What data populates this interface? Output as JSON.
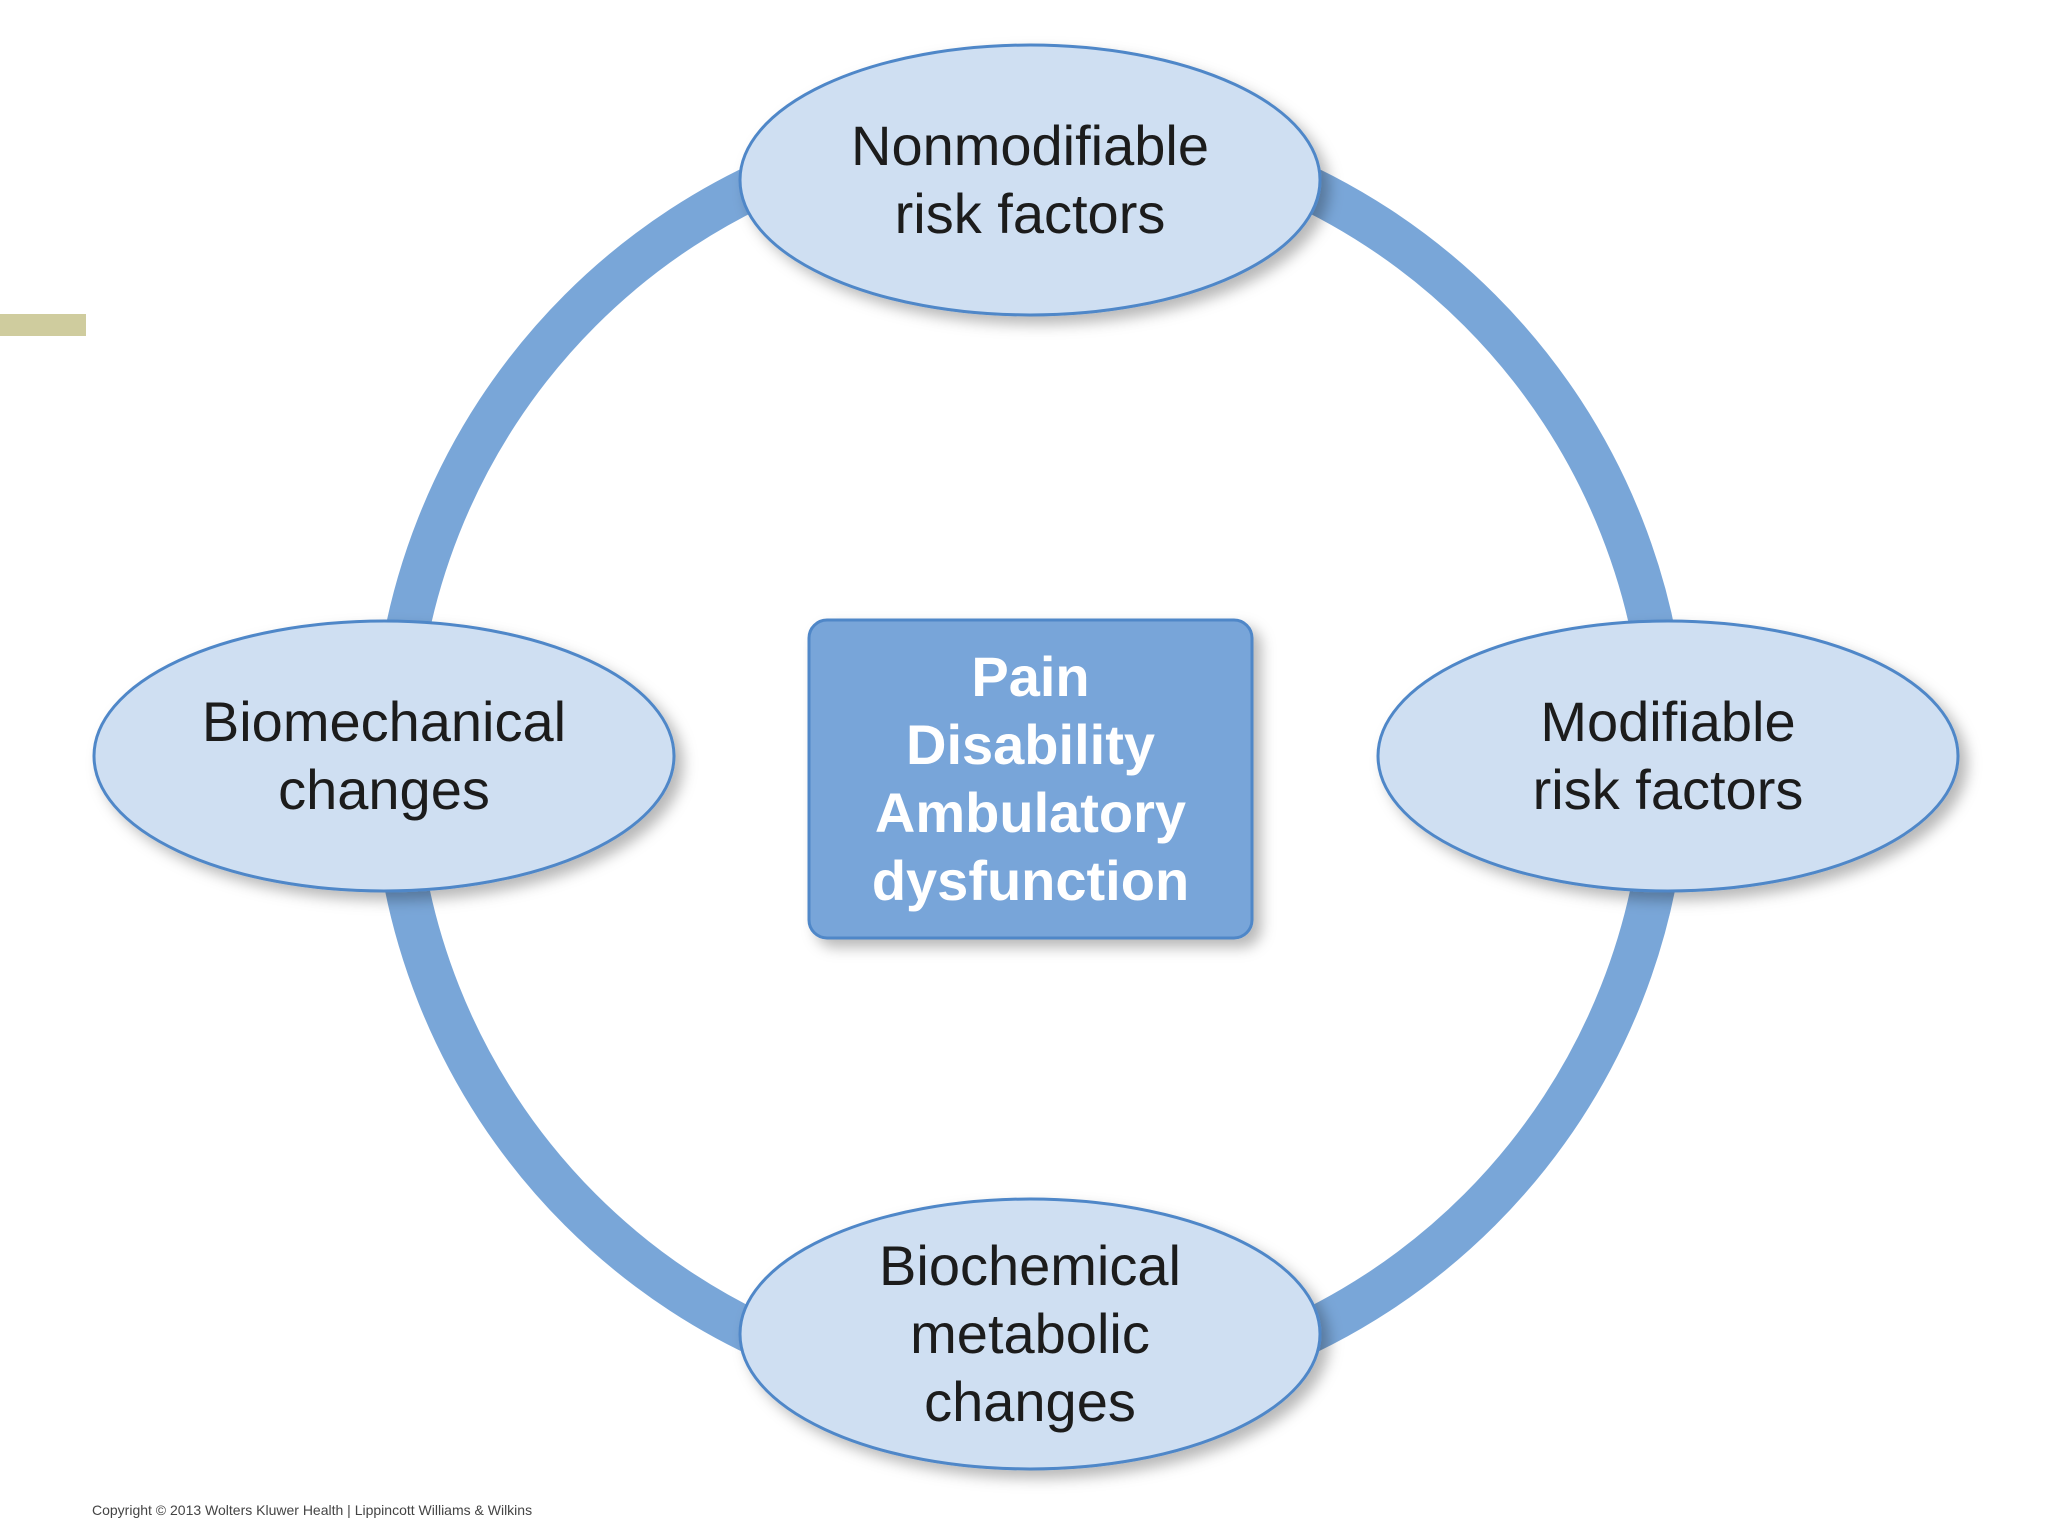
{
  "colors": {
    "ring": "#79a6d8",
    "oval_fill": "#cfdff2",
    "oval_stroke": "#4f87c8",
    "center_fill": "#78a5d9",
    "center_stroke": "#4f87c8",
    "center_text": "#ffffff",
    "label_text": "#1c1c1c",
    "accent_bar": "#cfcc9e"
  },
  "nodes": {
    "top": {
      "lines": [
        "Nonmodifiable",
        "risk factors"
      ]
    },
    "right": {
      "lines": [
        "Modifiable",
        "risk factors"
      ]
    },
    "bottom": {
      "lines": [
        "Biochemical",
        "metabolic",
        "changes"
      ]
    },
    "left": {
      "lines": [
        "Biomechanical",
        "changes"
      ]
    }
  },
  "center": {
    "lines": [
      "Pain",
      "Disability",
      "Ambulatory",
      "dysfunction"
    ]
  },
  "footer": {
    "copyright": "Copyright © 2013 Wolters Kluwer Health | Lippincott Williams & Wilkins"
  }
}
